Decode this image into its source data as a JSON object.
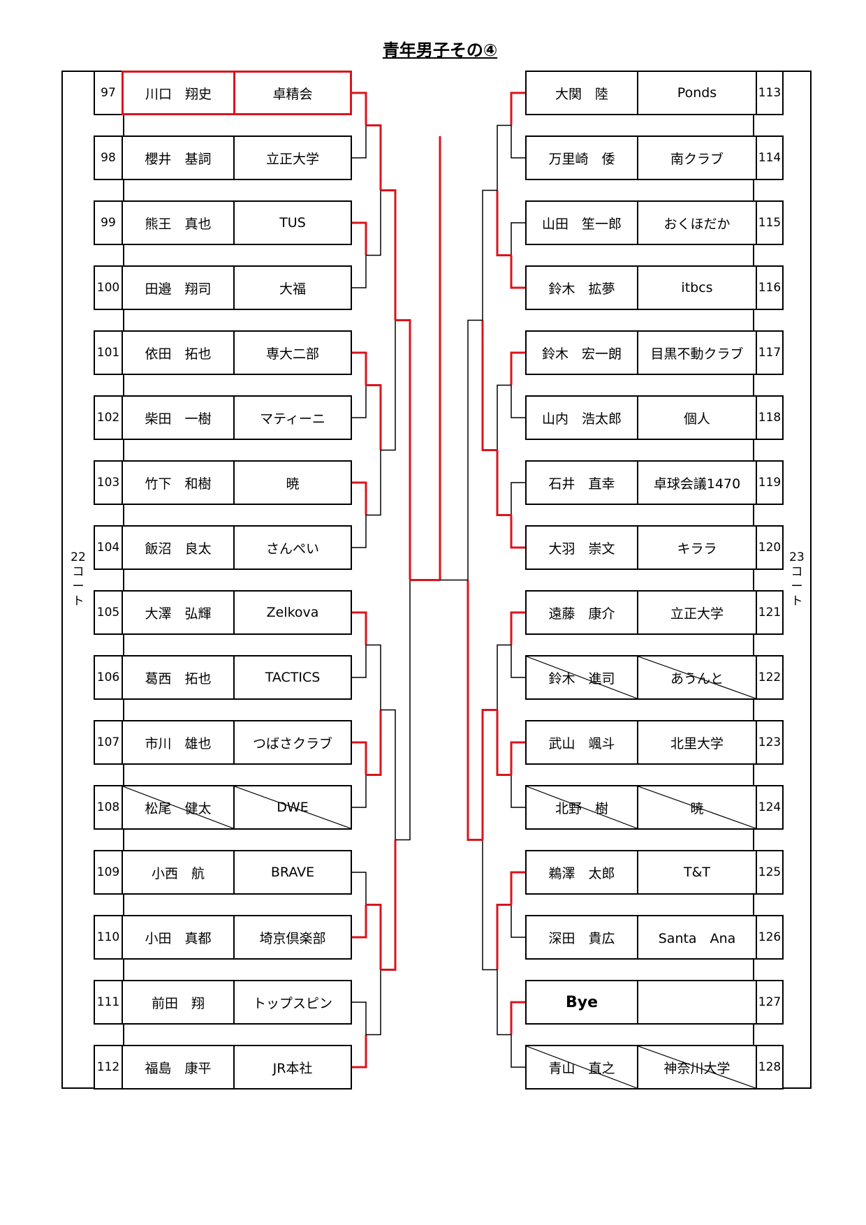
{
  "title": "青年男子その④",
  "left_court": "22コート",
  "right_court": "23コート",
  "left_players": [
    {
      "num": "97",
      "name": "川口　翔史",
      "team": "卓精会",
      "highlight": true
    },
    {
      "num": "98",
      "name": "櫻井　基詞",
      "team": "立正大学"
    },
    {
      "num": "99",
      "name": "熊王　真也",
      "team": "TUS"
    },
    {
      "num": "100",
      "name": "田邉　翔司",
      "team": "大福"
    },
    {
      "num": "101",
      "name": "依田　拓也",
      "team": "専大二部"
    },
    {
      "num": "102",
      "name": "柴田　一樹",
      "team": "マティーニ"
    },
    {
      "num": "103",
      "name": "竹下　和樹",
      "team": "暁"
    },
    {
      "num": "104",
      "name": "飯沼　良太",
      "team": "さんぺい"
    },
    {
      "num": "105",
      "name": "大澤　弘輝",
      "team": "Zelkova"
    },
    {
      "num": "106",
      "name": "葛西　拓也",
      "team": "TACTICS"
    },
    {
      "num": "107",
      "name": "市川　雄也",
      "team": "つばさクラブ"
    },
    {
      "num": "108",
      "name": "松尾　健太",
      "team": "DWE",
      "withdrawn": true
    },
    {
      "num": "109",
      "name": "小西　航",
      "team": "BRAVE"
    },
    {
      "num": "110",
      "name": "小田　真都",
      "team": "埼京倶楽部"
    },
    {
      "num": "111",
      "name": "前田　翔",
      "team": "トップスピン"
    },
    {
      "num": "112",
      "name": "福島　康平",
      "team": "JR本社"
    }
  ],
  "right_players": [
    {
      "num": "113",
      "name": "大関　陸",
      "team": "Ponds"
    },
    {
      "num": "114",
      "name": "万里崎　倭",
      "team": "南クラブ"
    },
    {
      "num": "115",
      "name": "山田　笙一郎",
      "team": "おくほだか"
    },
    {
      "num": "116",
      "name": "鈴木　拡夢",
      "team": "itbcs"
    },
    {
      "num": "117",
      "name": "鈴木　宏一朗",
      "team": "目黒不動クラブ"
    },
    {
      "num": "118",
      "name": "山内　浩太郎",
      "team": "個人"
    },
    {
      "num": "119",
      "name": "石井　直幸",
      "team": "卓球会議1470"
    },
    {
      "num": "120",
      "name": "大羽　崇文",
      "team": "キララ"
    },
    {
      "num": "121",
      "name": "遠藤　康介",
      "team": "立正大学"
    },
    {
      "num": "122",
      "name": "鈴木　進司",
      "team": "あうんと",
      "withdrawn": true
    },
    {
      "num": "123",
      "name": "武山　颯斗",
      "team": "北里大学"
    },
    {
      "num": "124",
      "name": "北野　樹",
      "team": "暁",
      "withdrawn": true
    },
    {
      "num": "125",
      "name": "鵜澤　太郎",
      "team": "T&T"
    },
    {
      "num": "126",
      "name": "深田　貴広",
      "team": "Santa　Ana"
    },
    {
      "num": "127",
      "name": "Bye",
      "team": "",
      "bye": true
    },
    {
      "num": "128",
      "name": "青山　直之",
      "team": "神奈川大学",
      "withdrawn": true
    }
  ],
  "colors": {
    "win_line": "#d9141c",
    "line": "#000000"
  }
}
